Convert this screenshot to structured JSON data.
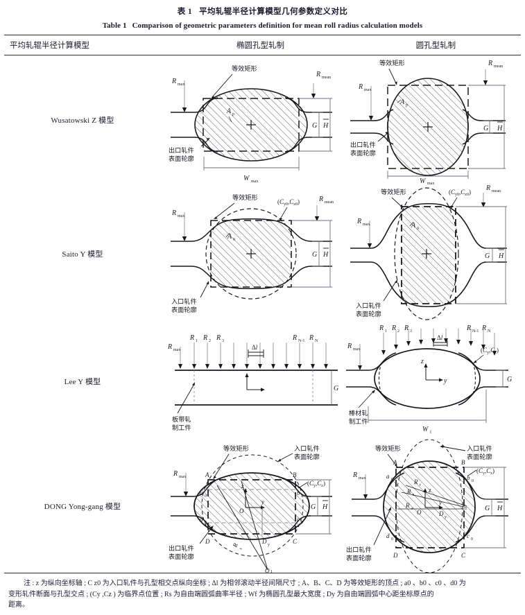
{
  "caption": {
    "cn_label": "表 1",
    "cn_title": "平均轧辊半径计算模型几何参数定义对比",
    "en_label": "Table 1",
    "en_title": "Comparison of geometric parameters definition for mean roll radius calculation models"
  },
  "table": {
    "headers": {
      "model": "平均轧辊半径计算模型",
      "elliptical": "椭圆孔型轧制",
      "circular": "圆孔型轧制"
    },
    "rows": [
      {
        "model": "Wusatowski Z 模型"
      },
      {
        "model": "Saito Y 模型"
      },
      {
        "model": "Lee Y 模型"
      },
      {
        "model": "DONG Yong-gang 模型"
      }
    ]
  },
  "labels": {
    "equivalent_rect": "等效矩形",
    "exit_piece": "出口轧件",
    "exit_piece2": "表面轮廓",
    "entry_piece": "入口轧件",
    "entry_piece2": "表面轮廓",
    "strip_work": "板带轧",
    "strip_work2": "制工件",
    "bar_work": "棒材轧",
    "bar_work2": "制工件",
    "R_max": "R",
    "R_max_sub": "max",
    "R_mean": "R",
    "R_mean_sub": "mean",
    "A_p": "A",
    "A_p_sub": "p",
    "A_0": "A",
    "A_0_sub": "0",
    "W_max": "W",
    "W_max_sub": "max",
    "W_f": "W",
    "W_f_sub": "f",
    "G": "G",
    "H_bar": "H",
    "C_y0_C_z0": "(C",
    "C_y0_C_z0_full": "(Cy0,Cz0)",
    "C_y_C_z_full": "(Cy,Cz)",
    "delta_l": "Δl",
    "R1": "R1",
    "R2": "R2",
    "R3": "R3",
    "RN1": "RN-1",
    "RN": "RN",
    "axis_z": "z",
    "axis_y": "y",
    "pt_A": "A",
    "pt_B": "B",
    "pt_C": "C",
    "pt_D": "D",
    "pt_a0": "a0",
    "pt_b0": "b0",
    "pt_c0": "c0",
    "pt_d0": "d0",
    "origin_O": "O",
    "O1": "O1",
    "R_s": "Rs",
    "R_r": "Rr",
    "R_e": "Re",
    "D_y": "Dy"
  },
  "note": {
    "line1": "注 : z 为纵向坐标轴 ; C z0 为入口轧件与孔型相交点纵向坐标 ; Δl 为相邻滚动半径间隔尺寸 ; A、B、C、D 为等效矩形的顶点 ; a0 、b0 、c0 、d0 为",
    "line2": "变形轧件断面与孔型交点 ; (Cy ,Cz ) 为临界点位置 ; Rs 为自由端圆弧曲率半径 ; Wf 为椭圆孔型最大宽度 ; Dy 为自由端圆弧中心距坐标原点的",
    "line3": "距离。"
  },
  "style": {
    "ink": "#1a1a2e",
    "rule": "#2a2a35",
    "hatch": "#333333",
    "guide": "#777777"
  }
}
